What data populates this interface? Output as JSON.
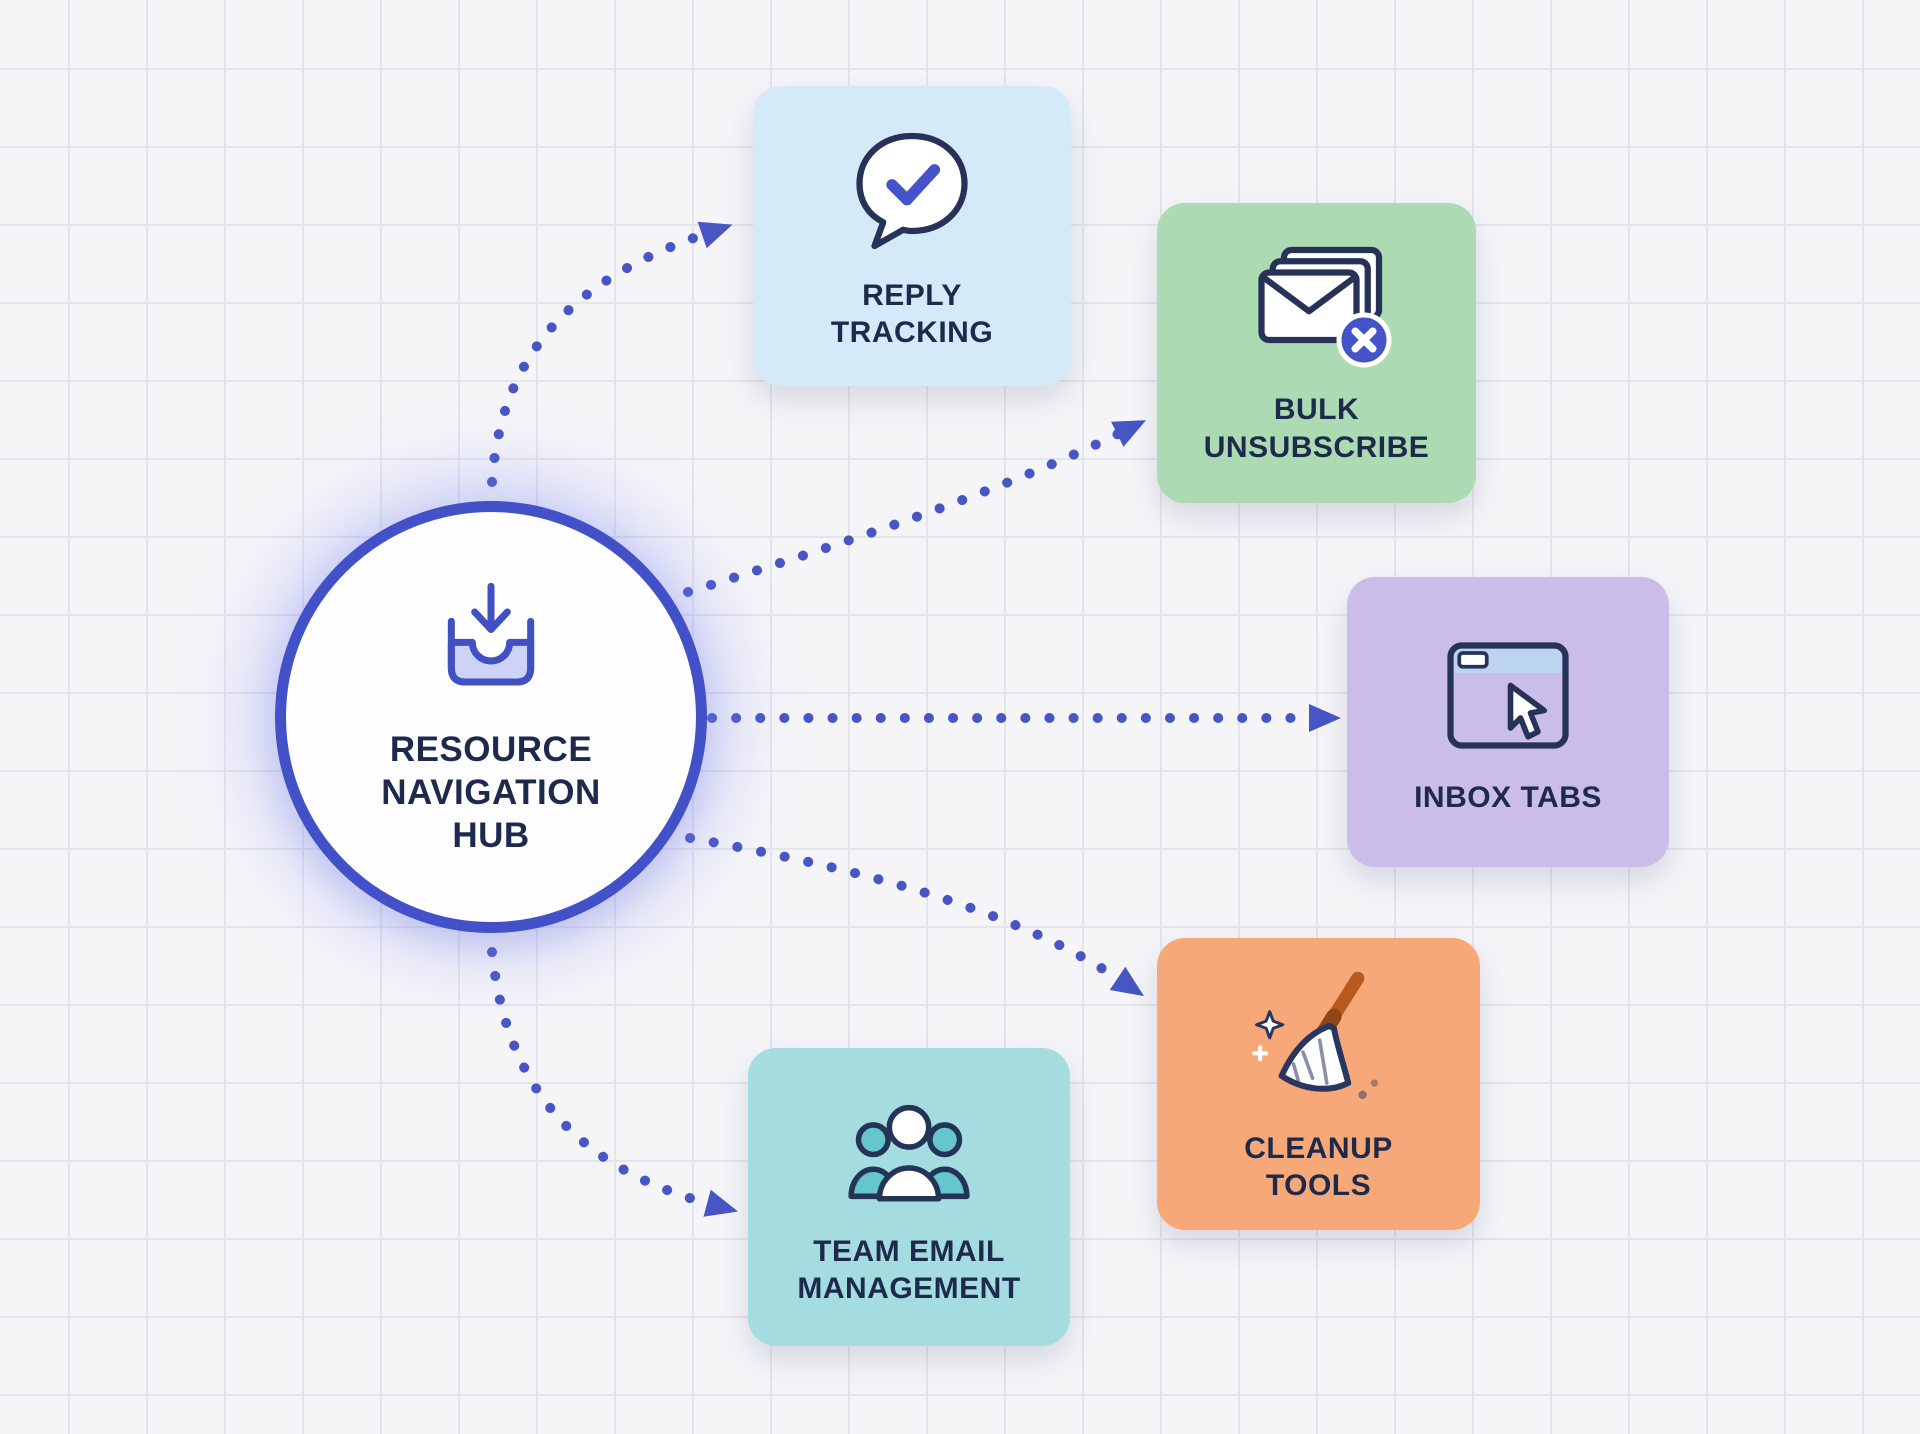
{
  "diagram": {
    "type": "hub-and-spoke",
    "background": "grid-paper"
  },
  "hub": {
    "lines": [
      "RESOURCE",
      "NAVIGATION",
      "HUB"
    ],
    "icon": "inbox-download-icon"
  },
  "nodes": [
    {
      "id": "reply-tracking",
      "label": "REPLY TRACKING",
      "icon": "speech-bubble-check-icon",
      "color": "#d5eaf8"
    },
    {
      "id": "bulk-unsubscribe",
      "label": "BULK UNSUBSCRIBE",
      "icon": "stacked-envelopes-x-icon",
      "color": "#abdab3"
    },
    {
      "id": "inbox-tabs",
      "label": "INBOX TABS",
      "icon": "browser-window-cursor-icon",
      "color": "#cbbdea"
    },
    {
      "id": "cleanup-tools",
      "label": "CLEANUP TOOLS",
      "icon": "broom-sparkle-icon",
      "color": "#f6a878"
    },
    {
      "id": "team-email-management",
      "label": "TEAM EMAIL MANAGEMENT",
      "icon": "team-people-icon",
      "color": "#a5dce0"
    }
  ],
  "connections": [
    {
      "from": "hub",
      "to": "reply-tracking",
      "style": "dotted-arrow"
    },
    {
      "from": "hub",
      "to": "bulk-unsubscribe",
      "style": "dotted-arrow"
    },
    {
      "from": "hub",
      "to": "inbox-tabs",
      "style": "dotted-arrow"
    },
    {
      "from": "hub",
      "to": "cleanup-tools",
      "style": "dotted-arrow"
    },
    {
      "from": "hub",
      "to": "team-email-management",
      "style": "dotted-arrow"
    }
  ],
  "colors": {
    "arrow": "#4856c5",
    "hub_border": "#4251c8",
    "hub_fill": "#fdfdfe",
    "label_text": "#1e2a4c",
    "background": "#f5f5f8",
    "grid_line": "#e3e5ec",
    "icon_outline": "#273258",
    "icon_accent": "#4553c8"
  }
}
